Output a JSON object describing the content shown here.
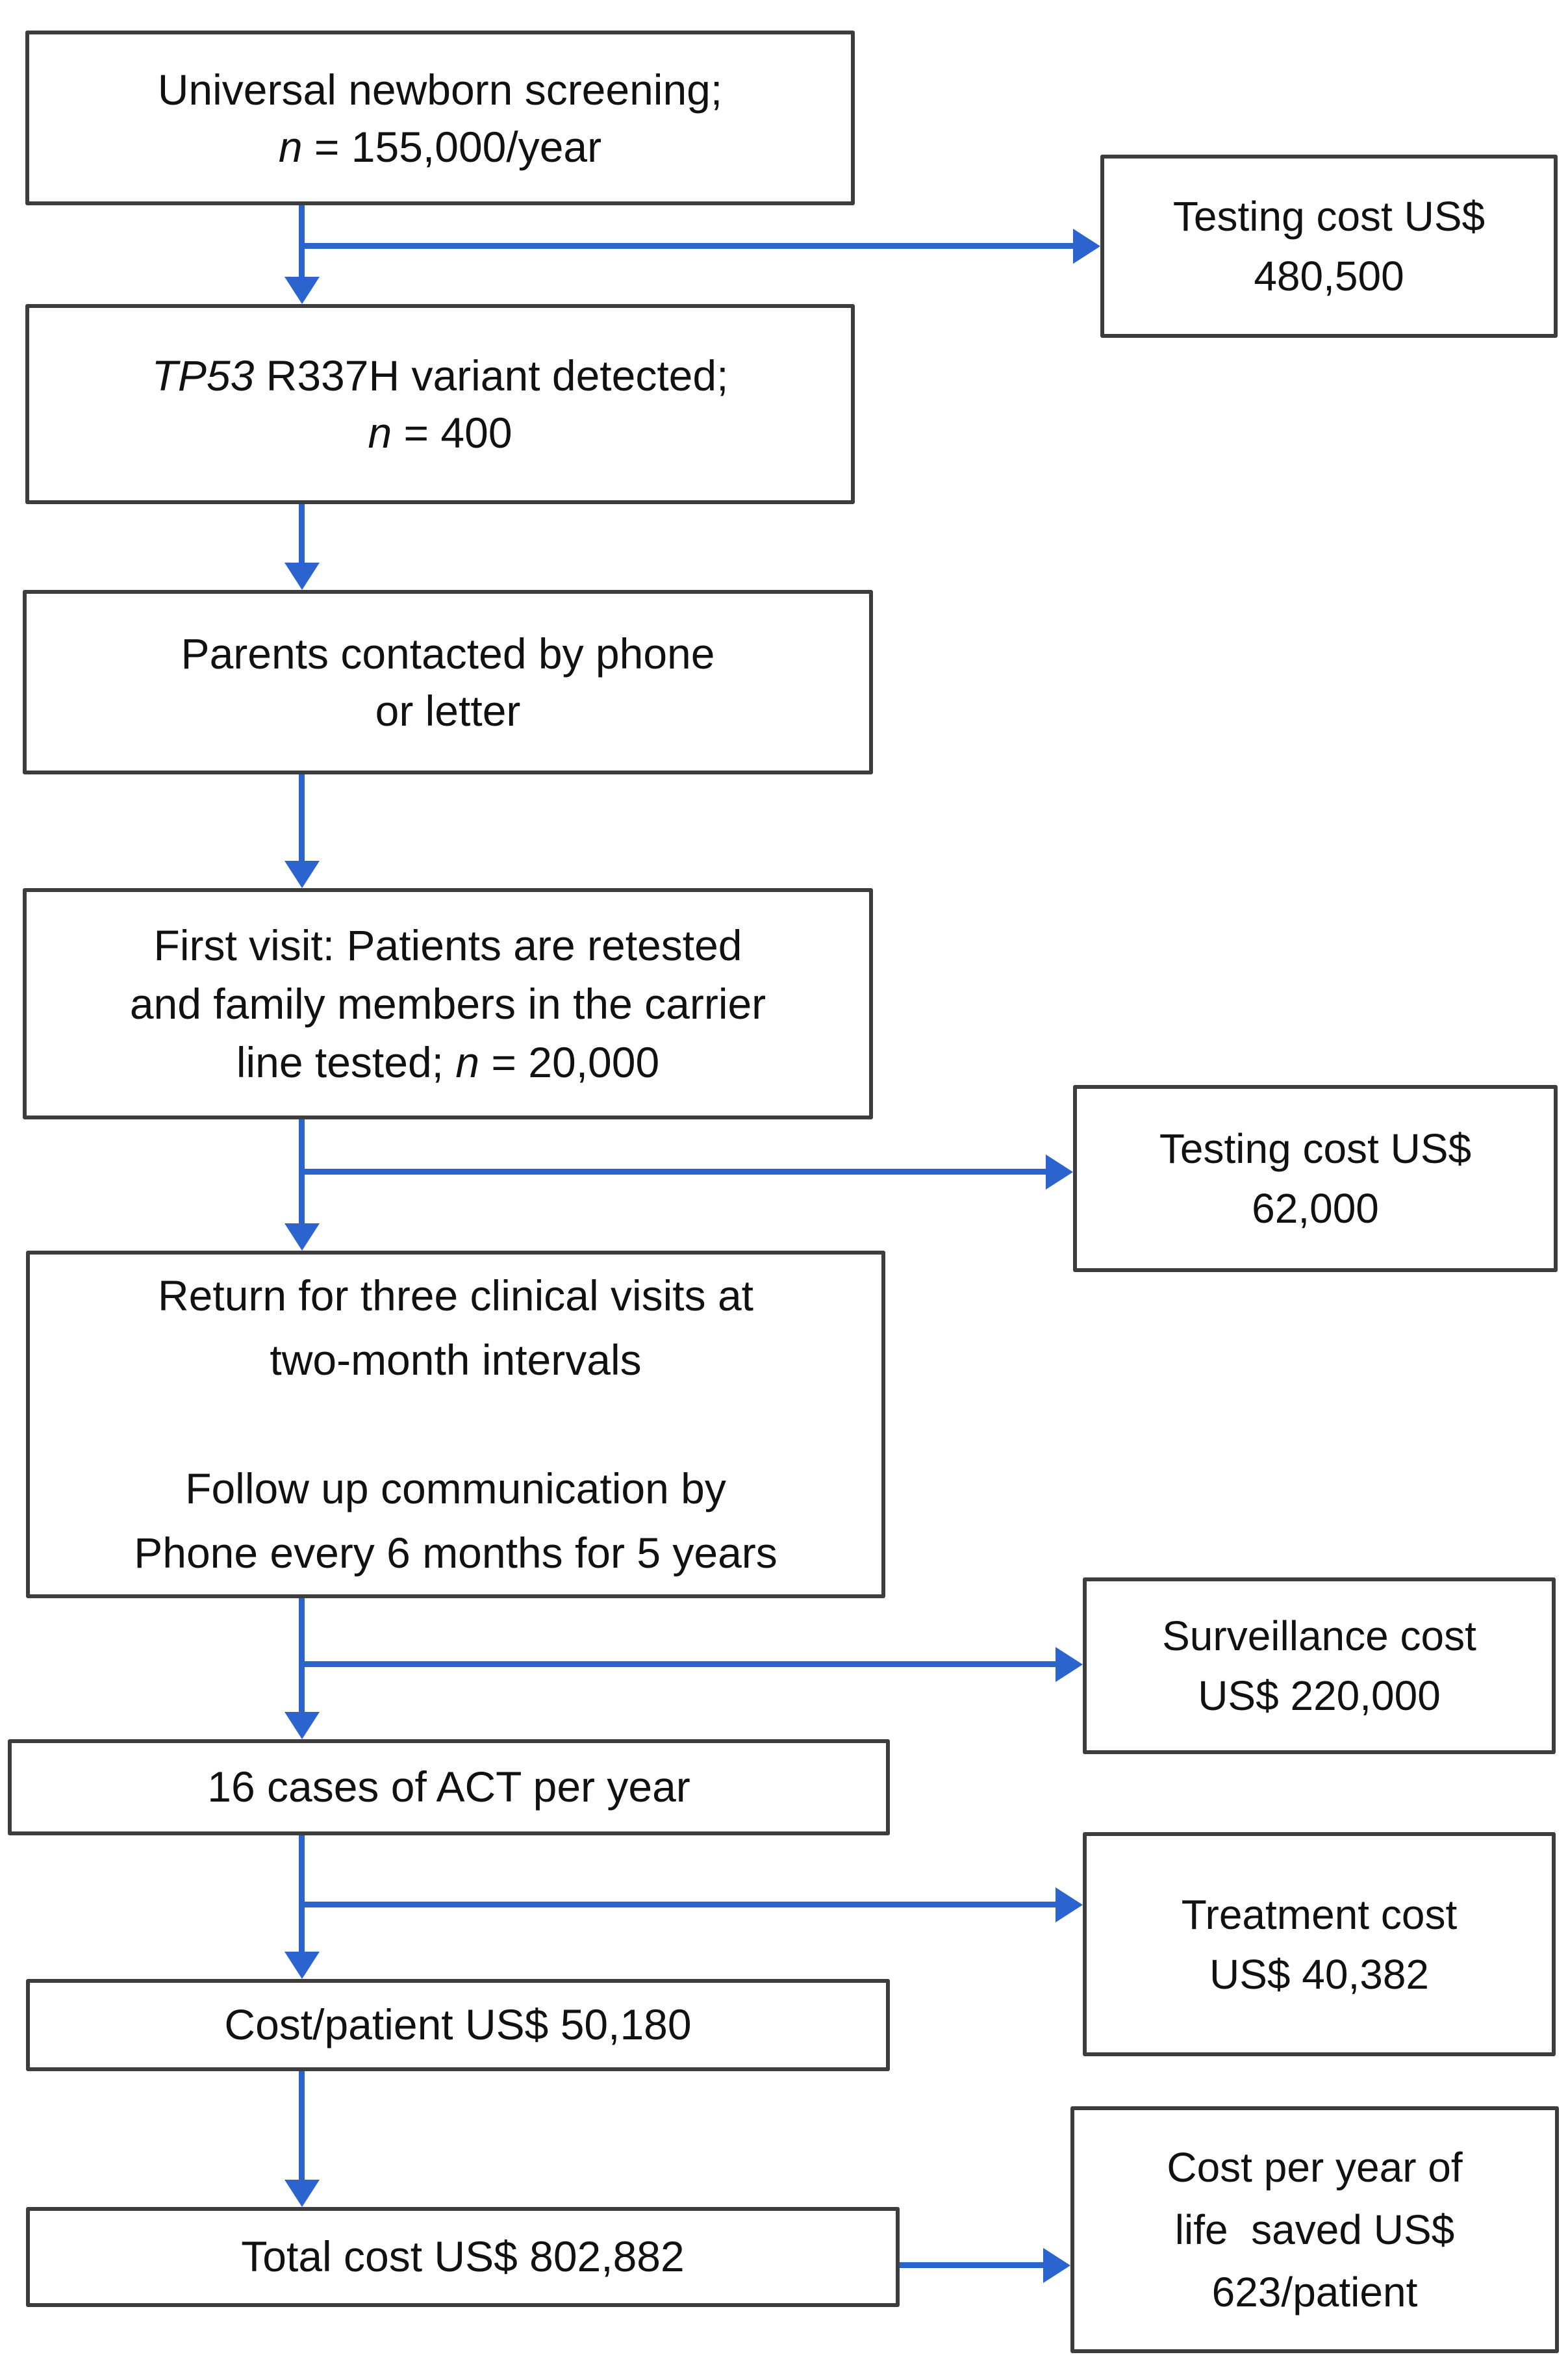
{
  "figure": {
    "type": "flowchart",
    "description": "Cost flow of universal newborn screening for TP53 R337H variant",
    "background": "#ffffff"
  },
  "colors": {
    "arrow_blue": "#2b63cf",
    "box_border": "#3d3d3d",
    "box_fill": "#ffffff",
    "text": "#111111"
  },
  "nodes": {
    "universal": {
      "line1": "Universal newborn screening;",
      "n": "n",
      "line2_rest": " = 155,000/year"
    },
    "tp53": {
      "gene": "TP53",
      "line1_rest": " R337H variant detected;",
      "n": "n",
      "line2_rest": " = 400"
    },
    "parents": {
      "line1": "Parents contacted by phone",
      "line2": "or letter"
    },
    "first_visit": {
      "line1": "First visit: Patients are retested",
      "line2": "and family members in the carrier",
      "line3_pre": "line tested; ",
      "n": "n",
      "line3_rest": " = 20,000"
    },
    "followup": {
      "line1": "Return for three clinical visits at",
      "line2": "two-month intervals",
      "line3": "Follow up communication by",
      "line4": "Phone every 6 months for 5 years"
    },
    "act_cases": {
      "line1": "16 cases of ACT per year"
    },
    "cost_per_patient": {
      "line1": "Cost/patient US$ 50,180"
    },
    "total_cost": {
      "line1": "Total cost US$ 802,882"
    },
    "testing_cost_1": {
      "line1": "Testing cost US$",
      "line2": "480,500"
    },
    "testing_cost_2": {
      "line1": "Testing cost US$",
      "line2": "62,000"
    },
    "surveillance_cost": {
      "line1": "Surveillance cost",
      "line2": "US$ 220,000"
    },
    "treatment_cost": {
      "line1": "Treatment cost",
      "line2": "US$ 40,382"
    },
    "cost_per_life_year": {
      "line1": "Cost per year of",
      "line2": "life  saved US$",
      "line3": "623/patient"
    }
  }
}
